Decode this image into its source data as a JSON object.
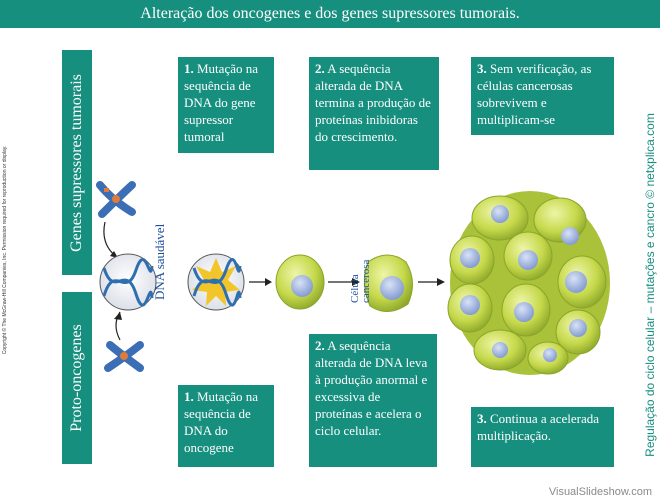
{
  "title": "Alteração dos oncogenes e dos genes supressores tumorais.",
  "left_labels": {
    "top": "Genes supressores tumorais",
    "bottom": "Proto-oncogenes"
  },
  "copyright": "Copyright © The McGraw-Hill Companies, Inc. Permission required for reproduction or display.",
  "right_vertical": "Regulação do ciclo celular – mutações e cancro © netxplica.com",
  "diagram_labels": {
    "dna_saudavel": "DNA saudável",
    "celula_cancerosa": "Célula cancerosa"
  },
  "steps_top": [
    {
      "num": "1.",
      "text": "Mutação na sequência de DNA do gene supressor tumoral"
    },
    {
      "num": "2.",
      "text": "A sequência alterada de DNA termina a produção de proteínas inibidoras do crescimento."
    },
    {
      "num": "3.",
      "text": "Sem verificação, as células cancerosas sobrevivem e multiplicam-se"
    }
  ],
  "steps_bottom": [
    {
      "num": "1.",
      "text": "Mutação na sequência de DNA do oncogene"
    },
    {
      "num": "2.",
      "text": "A sequência alterada de DNA leva à produção anormal e excessiva de proteínas e acelera o ciclo celular."
    },
    {
      "num": "3.",
      "text": "Continua a acelerada multiplicação."
    }
  ],
  "footer": "VisualSlideshow.com",
  "colors": {
    "teal": "#178f7f",
    "cell": "#c5d84a",
    "nucleus": "#8ea7d8",
    "dna": "#2f6fb0",
    "star": "#f2c52a"
  }
}
